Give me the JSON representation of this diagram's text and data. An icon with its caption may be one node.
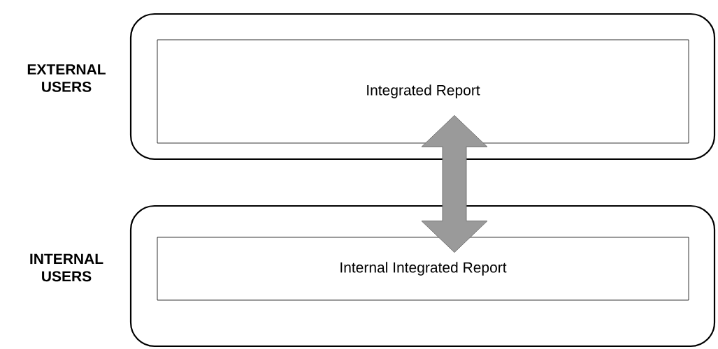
{
  "diagram": {
    "nodes": [
      {
        "text": [
          "EXTERNAL USERS"
        ]
      },
      {
        "text": [
          "Integrated Report"
        ],
        "in": 0
      },
      {
        "text": [
          "INTERNAL USERS"
        ]
      },
      {
        "text": [
          "Internal Integrated Report"
        ],
        "in": 2
      }
    ],
    "edges": [
      {
        "from": 1,
        "to": 3,
        "arrow": "both",
        "color": "#9a9a9a"
      }
    ]
  }
}
